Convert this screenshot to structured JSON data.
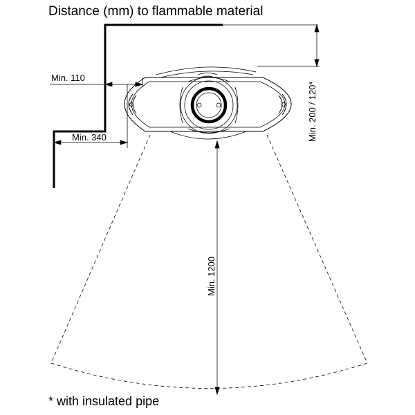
{
  "title": "Distance (mm) to flammable material",
  "footnote": "* with insulated pipe",
  "dimensions": {
    "side_wall": "Min. 110",
    "back_wall": "Min. 340",
    "ceiling": "Min. 200 / 120*",
    "front": "Min. 1200"
  },
  "colors": {
    "line": "#000000",
    "background": "#ffffff"
  }
}
